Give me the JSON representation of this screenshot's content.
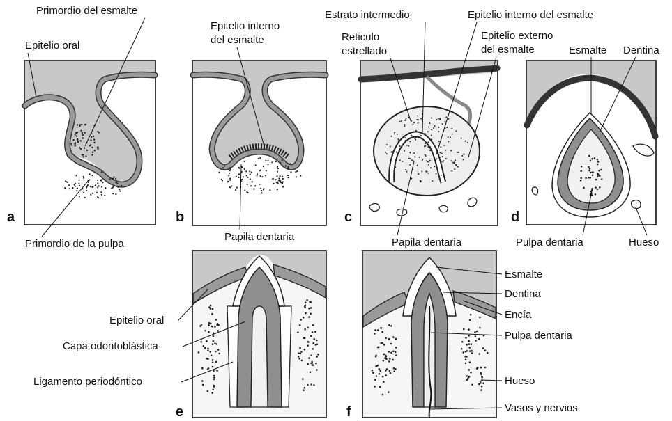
{
  "panels": {
    "a": {
      "letter": "a",
      "labels": {
        "primordio_esmalte": "Primordio del esmalte",
        "epitelio_oral": "Epitelio oral",
        "primordio_pulpa": "Primordio de la pulpa"
      }
    },
    "b": {
      "letter": "b",
      "labels": {
        "epitelio_interno_1": "Epitelio interno",
        "epitelio_interno_2": "del esmalte",
        "papila": "Papila dentaria"
      }
    },
    "c": {
      "letter": "c",
      "labels": {
        "estrato": "Estrato intermedio",
        "reticulo_1": "Reticulo",
        "reticulo_2": "estrellado",
        "epitelio_interno": "Epitelio interno del esmalte",
        "epitelio_externo_1": "Epitelio externo",
        "epitelio_externo_2": "del esmalte",
        "papila": "Papila dentaria"
      }
    },
    "d": {
      "letter": "d",
      "labels": {
        "esmalte": "Esmalte",
        "dentina": "Dentina",
        "pulpa": "Pulpa dentaria",
        "hueso": "Hueso"
      }
    },
    "e": {
      "letter": "e",
      "labels": {
        "epitelio_oral": "Epitelio oral",
        "capa": "Capa odontoblástica",
        "ligamento": "Ligamento periodóntico"
      }
    },
    "f": {
      "letter": "f",
      "labels": {
        "esmalte": "Esmalte",
        "dentina": "Dentina",
        "encia": "Encía",
        "pulpa": "Pulpa dentaria",
        "hueso": "Hueso",
        "vasos": "Vasos y nervios"
      }
    }
  }
}
